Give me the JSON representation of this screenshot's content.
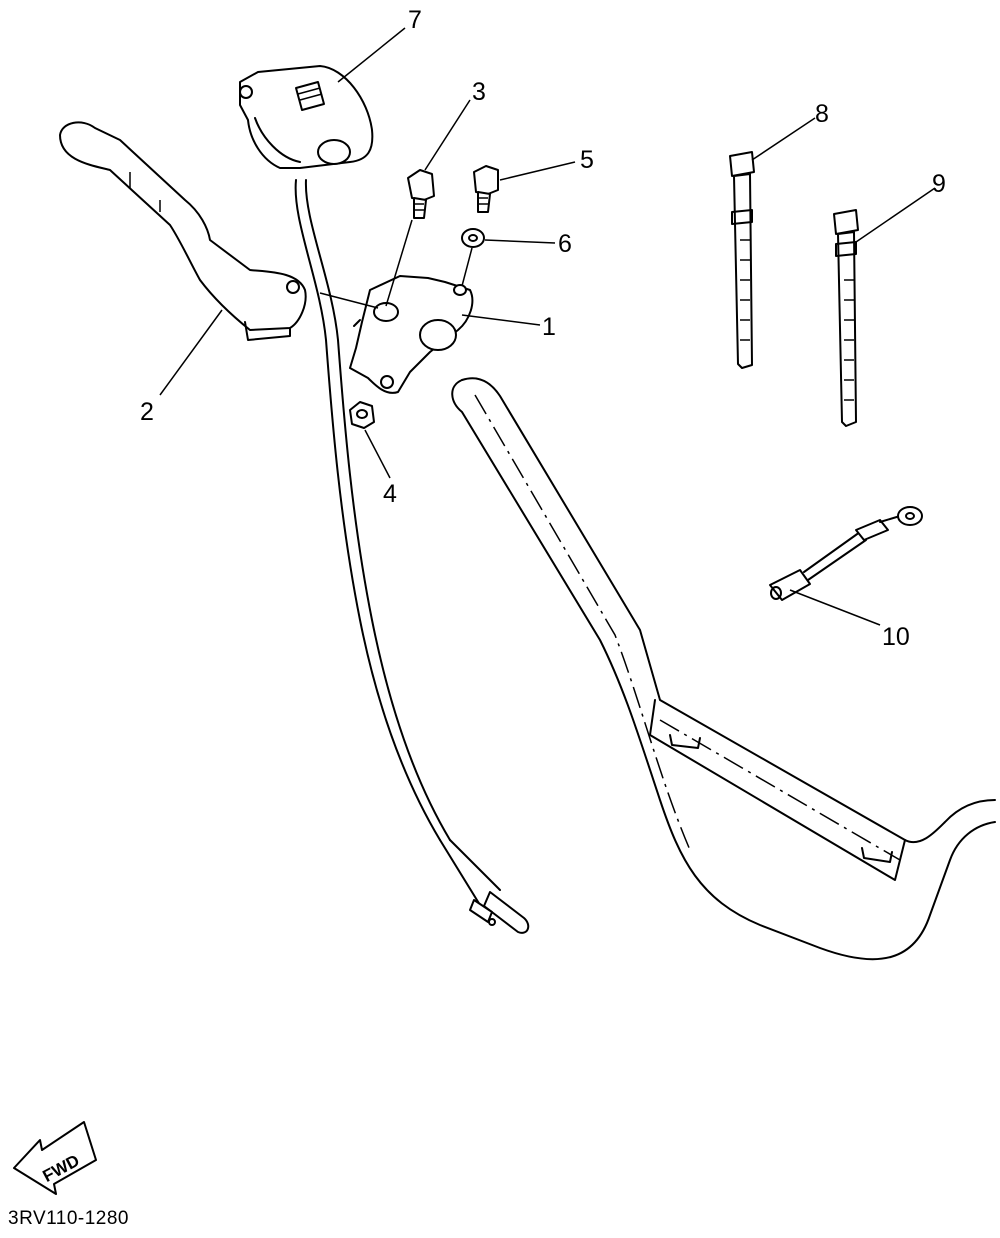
{
  "diagram": {
    "part_number": "3RV110-1280",
    "direction_label": "FWD",
    "callouts": [
      {
        "id": "1",
        "label": "1"
      },
      {
        "id": "2",
        "label": "2"
      },
      {
        "id": "3",
        "label": "3"
      },
      {
        "id": "4",
        "label": "4"
      },
      {
        "id": "5",
        "label": "5"
      },
      {
        "id": "6",
        "label": "6"
      },
      {
        "id": "7",
        "label": "7"
      },
      {
        "id": "8",
        "label": "8"
      },
      {
        "id": "9",
        "label": "9"
      },
      {
        "id": "10",
        "label": "10"
      }
    ]
  }
}
